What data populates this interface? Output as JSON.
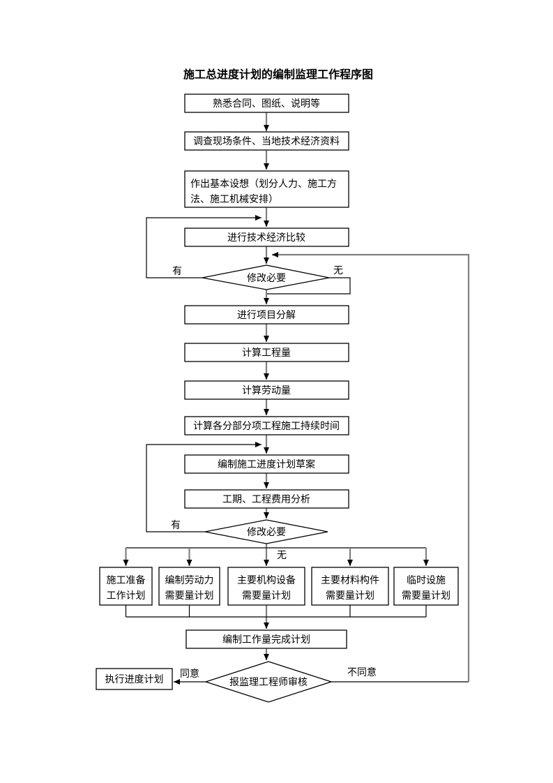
{
  "page": {
    "title": "施工总进度计划的编制监理工作程序图"
  },
  "colors": {
    "connector_gray": "#808080",
    "line_black": "#000000",
    "background": "#ffffff"
  },
  "flow": {
    "b1": "熟悉合同、图纸、说明等",
    "b2": "调查现场条件、当地技术经济资料",
    "b3_line1": "作出基本设想（划分人力、施工方",
    "b3_line2": "法、施工机械安排）",
    "b4": "进行技术经济比较",
    "d1_label": "修改必要",
    "d1_yes": "有",
    "d1_no": "无",
    "b5": "进行项目分解",
    "b6": "计算工程量",
    "b7": "计算劳动量",
    "b8": "计算各分部分项工程施工持续时间",
    "b9": "编制施工进度计划草案",
    "b10": "工期、工程费用分析",
    "d2_label": "修改必要",
    "d2_yes": "有",
    "d2_no": "无",
    "pA_line1": "施工准备",
    "pA_line2": "工作计划",
    "pB_line1": "编制劳动力",
    "pB_line2": "需要量计划",
    "pC_line1": "主要机构设备",
    "pC_line2": "需要量计划",
    "pD_line1": "主要材料构件",
    "pD_line2": "需要量计划",
    "pE_line1": "临时设施",
    "pE_line2": "需要量计划",
    "b11": "编制工作量完成计划",
    "d3_label": "报监理工程师审核",
    "d3_yes": "同意",
    "d3_no": "不同意",
    "b12": "执行进度计划"
  }
}
